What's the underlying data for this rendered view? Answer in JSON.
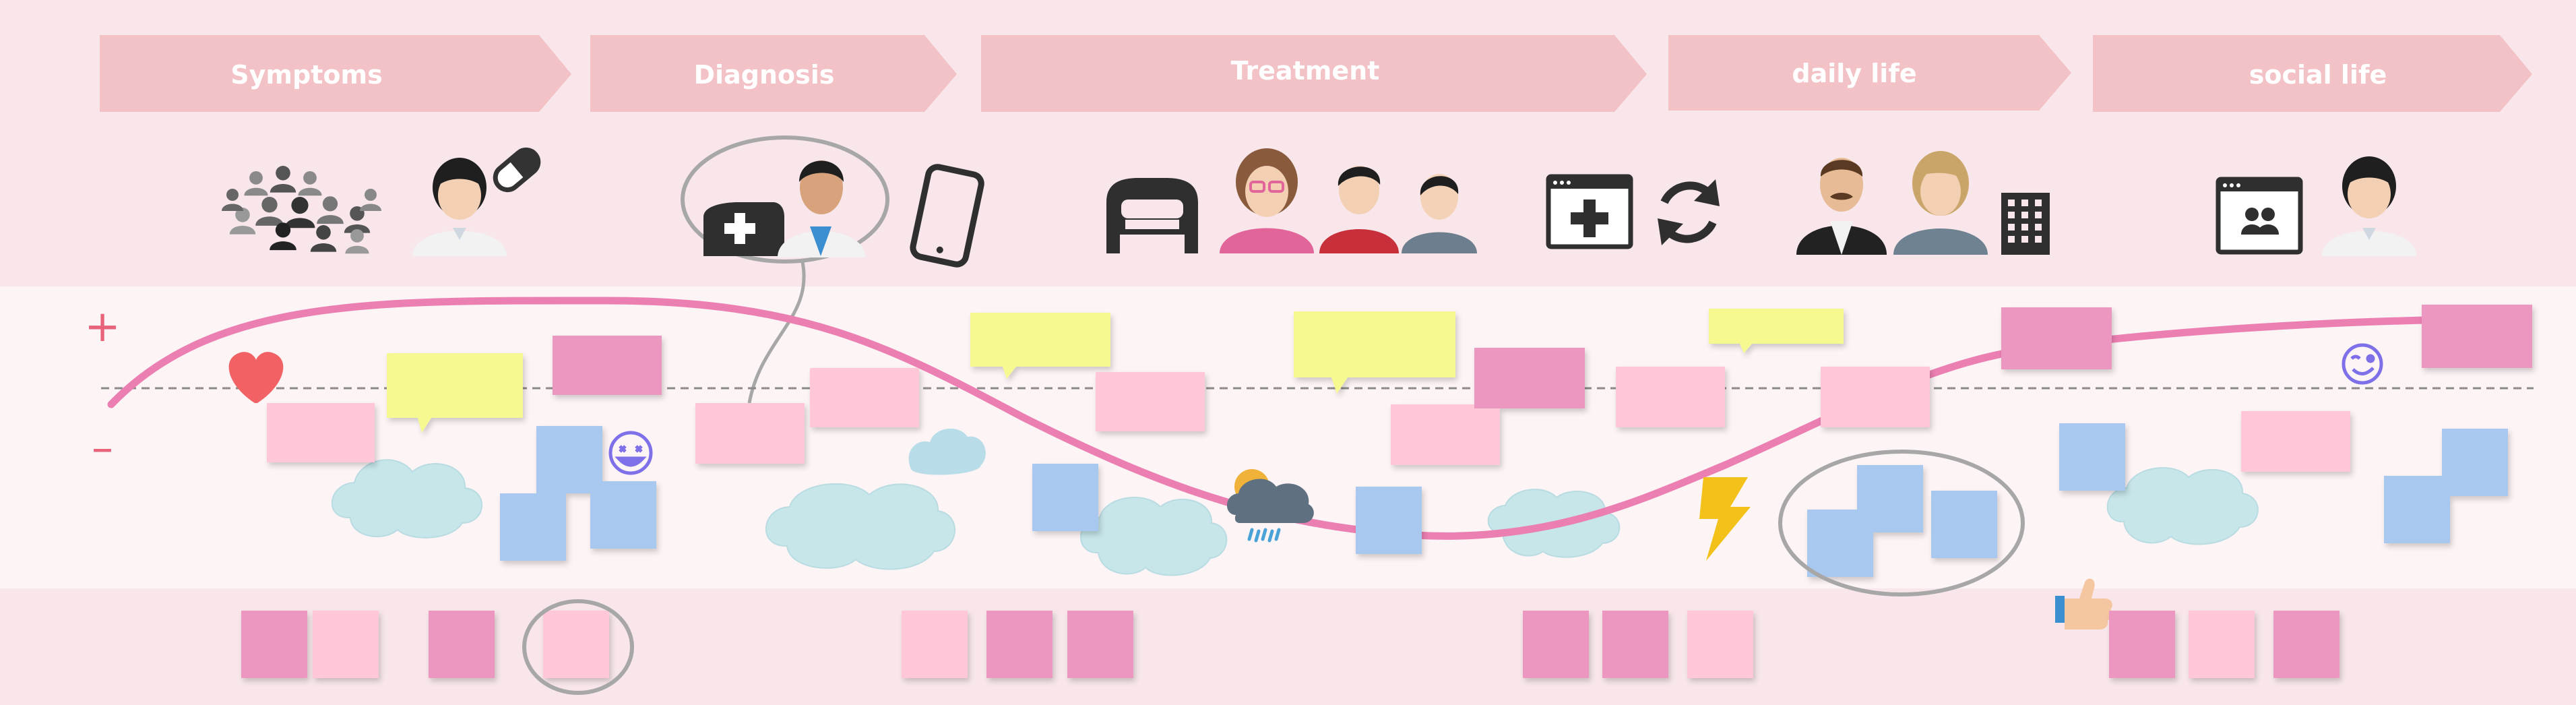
{
  "phases": [
    {
      "label": "Symptoms"
    },
    {
      "label": "Diagnosis"
    },
    {
      "label": "Treatment"
    },
    {
      "label": "daily life"
    },
    {
      "label": "social life"
    }
  ],
  "scale": {
    "positive": "+",
    "negative": "–"
  },
  "icons": [
    "group-of-people-icon",
    "doctor-icon",
    "pill-icon",
    "hospital-icon",
    "doctor-icon",
    "smartphone-icon",
    "hospital-bed-icon",
    "woman-with-glasses-icon",
    "man-icon",
    "man-icon",
    "medical-app-window-icon",
    "refresh-icon",
    "man-with-mustache-icon",
    "woman-icon",
    "office-building-icon",
    "social-app-window-icon",
    "doctor-icon"
  ],
  "emotion_icons": [
    "heart-icon",
    "smiley-icon",
    "cloud-icon",
    "rain-cloud-icon",
    "lightning-icon",
    "wink-icon",
    "thumbs-up-icon"
  ],
  "colors": {
    "phase_arrow": "#f3c2c6",
    "top_band": "#f8e6ea",
    "middle_band": "#fdf4f5",
    "journey_curve": "#ec7fb2",
    "sticky_pink": "#ffc7d8",
    "sticky_magenta": "#ec97c0",
    "sticky_blue": "#a9c8f0",
    "sticky_yellow": "#f6f98f",
    "cloud": "#c6e6ea"
  }
}
